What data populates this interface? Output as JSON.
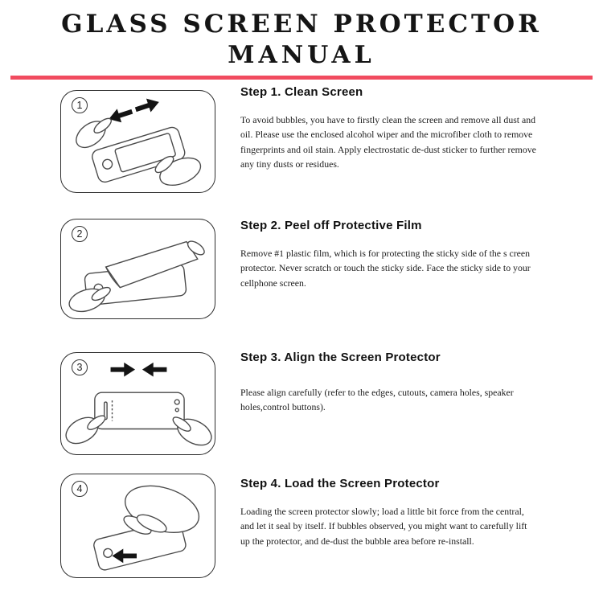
{
  "title": {
    "line1": "GLASS SCREEN PROTECTOR",
    "line2": "MANUAL"
  },
  "divider_color": "#f14b5f",
  "steps": [
    {
      "number": "1",
      "heading": "Step 1. Clean Screen",
      "body": "To avoid bubbles, you have to firstly clean the screen and remove all dust and oil. Please use the enclosed alcohol wiper and the microfiber cloth to remove fingerprints and oil stain. Apply electrostatic de-dust sticker to further remove any tiny dusts or residues."
    },
    {
      "number": "2",
      "heading": "Step 2. Peel off Protective Film",
      "body": "Remove #1 plastic film, which is for protecting the sticky side of the s creen protector. Never scratch or touch the sticky side. Face the sticky side to your cellphone screen."
    },
    {
      "number": "3",
      "heading": "Step 3. Align the Screen Protector",
      "body": "Please align carefully (refer to the edges, cutouts, camera holes, speaker holes,control buttons)."
    },
    {
      "number": "4",
      "heading": "Step 4. Load the Screen Protector",
      "body": "Loading the screen protector slowly; load a little bit force from the central, and let it seal by itself. If bubbles observed, you might want to carefully lift up the protector, and de-dust the bubble area before re-install."
    }
  ]
}
